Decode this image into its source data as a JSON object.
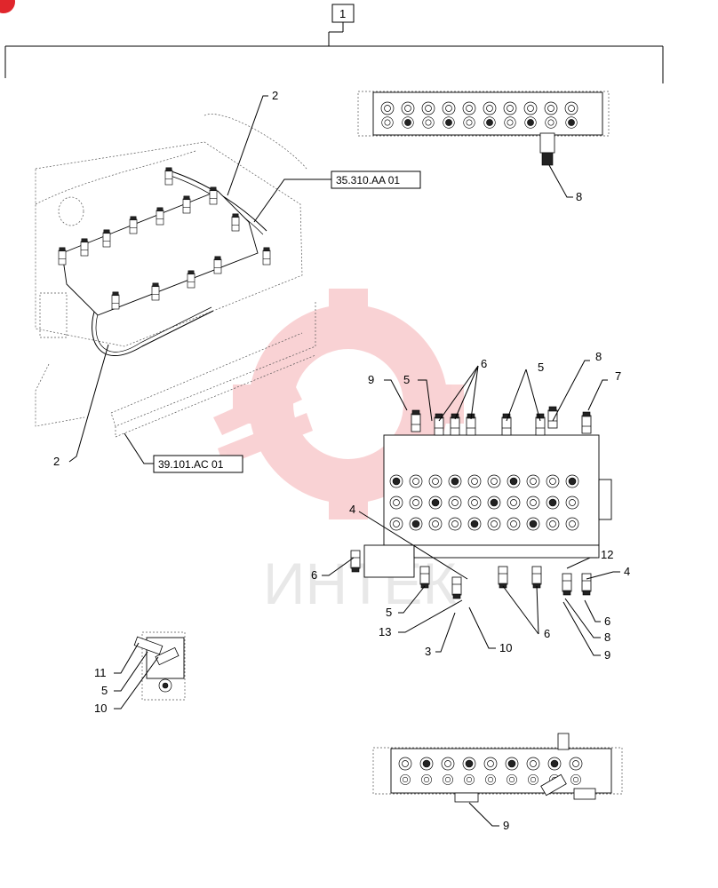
{
  "diagram": {
    "assembly_callout": "1",
    "watermark_text": "ИНТЕК",
    "watermark_color": "#e8393f",
    "corner_badge_color": "#e0262c",
    "references": {
      "ref_upper": "35.310.AA 01",
      "ref_lower": "39.101.AC 01"
    },
    "callouts": {
      "c2_top": "2",
      "c2_bottom": "2",
      "c8_top": "8",
      "c9_a": "9",
      "c5_a": "5",
      "c6_top": "6",
      "c5_b": "5",
      "c8_b": "8",
      "c7": "7",
      "c4_a": "4",
      "c6_left": "6",
      "c5_c": "5",
      "c13": "13",
      "c3": "3",
      "c10_a": "10",
      "c6_mid": "6",
      "c12": "12",
      "c4_b": "4",
      "c6_right": "6",
      "c8_c": "8",
      "c9_b": "9",
      "c11": "11",
      "c5_d": "5",
      "c10_b": "10",
      "c9_bottom": "9"
    }
  }
}
